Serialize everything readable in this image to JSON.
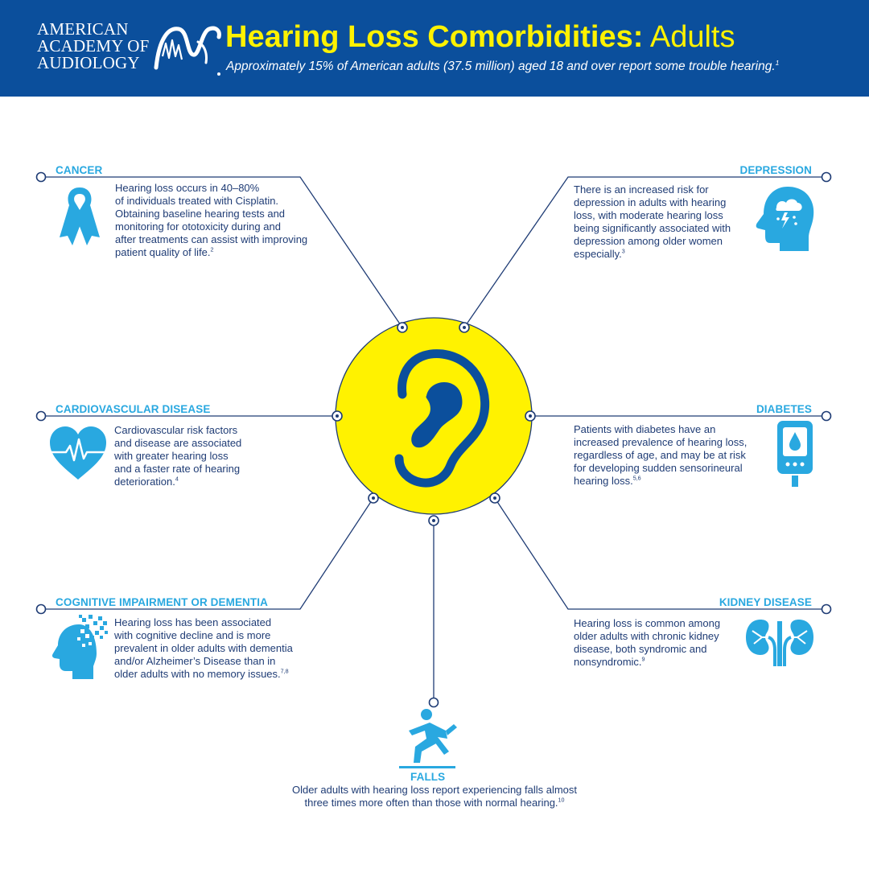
{
  "header": {
    "logo_lines": [
      "AMERICAN",
      "ACADEMY OF",
      "AUDIOLOGY"
    ],
    "title_bold": "Hearing Loss Comorbidities:",
    "title_light": " Adults",
    "subtitle": "Approximately 15% of American adults (37.5 million) aged 18 and over report some trouble hearing.",
    "subtitle_ref": "1"
  },
  "colors": {
    "header_bg": "#0b4f9c",
    "title": "#fff200",
    "accent": "#29a8e0",
    "text": "#1f3c75",
    "ear_circle": "#fff200",
    "ear": "#0b4f9c"
  },
  "center": {
    "icon": "ear-icon"
  },
  "sections": {
    "cancer": {
      "heading": "CANCER",
      "lines": [
        "Hearing loss occurs in 40–80%",
        "of individuals treated with Cisplatin.",
        "Obtaining baseline hearing tests and",
        "monitoring for ototoxicity during and",
        "after treatments can assist with improving",
        "patient quality of life."
      ],
      "ref": "2",
      "icon": "ribbon-icon"
    },
    "depression": {
      "heading": "DEPRESSION",
      "lines": [
        "There is an increased risk for",
        "depression in adults with hearing",
        "loss, with moderate hearing loss",
        "being significantly associated with",
        "depression among older women",
        "especially."
      ],
      "ref": "3",
      "icon": "head-storm-icon"
    },
    "cardio": {
      "heading": "CARDIOVASCULAR DISEASE",
      "lines": [
        "Cardiovascular risk factors",
        "and disease are associated",
        "with greater hearing loss",
        "and a faster rate of hearing",
        "deterioration."
      ],
      "ref": "4",
      "icon": "heart-pulse-icon"
    },
    "diabetes": {
      "heading": "DIABETES",
      "lines": [
        "Patients with diabetes have an",
        "increased prevalence of hearing loss,",
        "regardless of age, and may be at risk",
        "for developing sudden sensorineural",
        "hearing loss."
      ],
      "ref": "5,6",
      "icon": "glucose-meter-icon"
    },
    "cognitive": {
      "heading": "COGNITIVE IMPAIRMENT OR DEMENTIA",
      "lines": [
        "Hearing loss has been associated",
        "with cognitive decline and is more",
        "prevalent in older adults with dementia",
        "and/or Alzheimer’s Disease than in",
        "older adults with no memory issues."
      ],
      "ref": "7,8",
      "icon": "head-pixels-icon"
    },
    "kidney": {
      "heading": "KIDNEY DISEASE",
      "lines": [
        "Hearing loss is common among",
        "older adults with chronic kidney",
        "disease, both syndromic and",
        "nonsyndromic."
      ],
      "ref": "9",
      "icon": "kidneys-icon"
    },
    "falls": {
      "heading": "FALLS",
      "lines": [
        "Older adults with hearing loss report experiencing falls almost",
        "three times more often than those with normal hearing."
      ],
      "ref": "10",
      "icon": "falling-person-icon"
    }
  }
}
